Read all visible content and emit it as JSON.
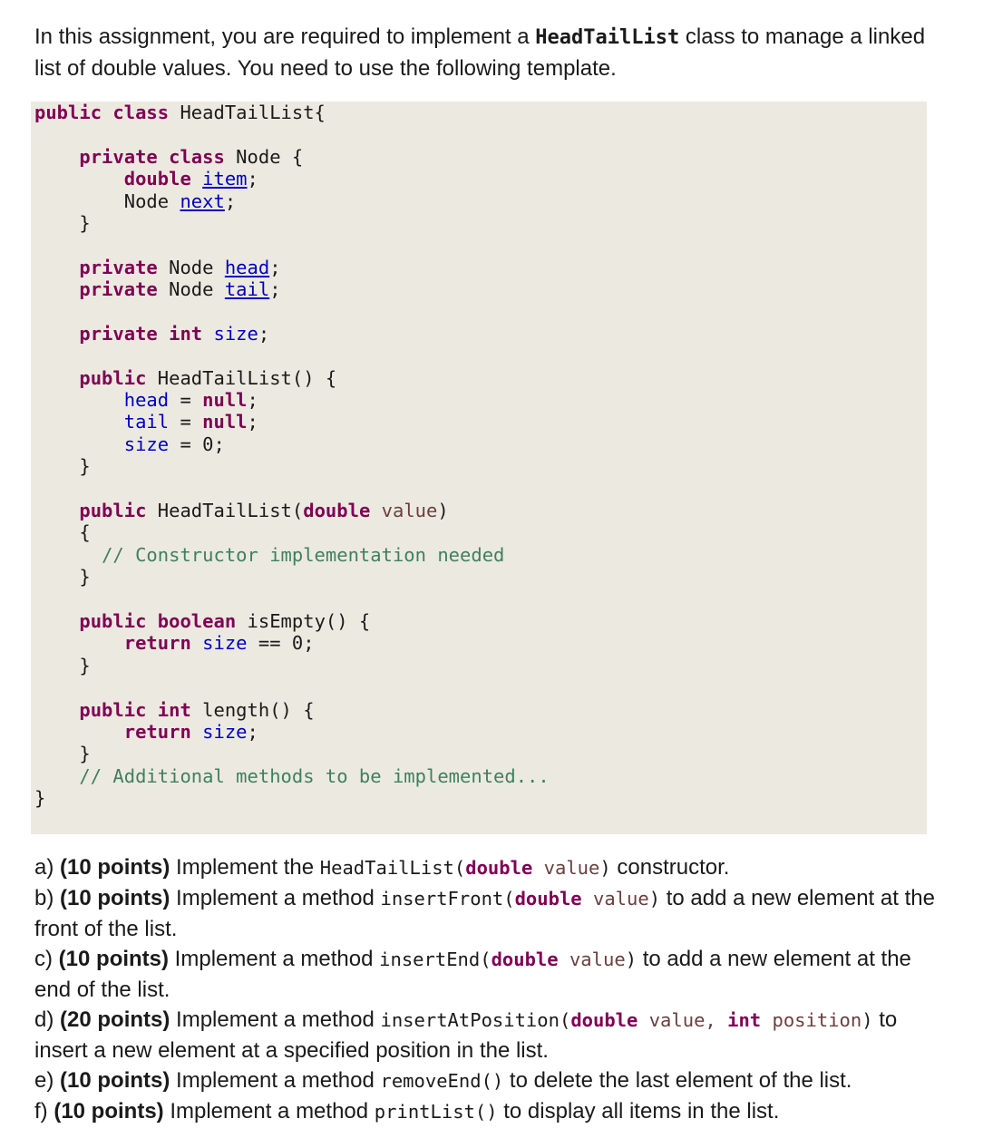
{
  "intro": {
    "before": "In this assignment, you are required to implement a ",
    "class_name": "HeadTailList",
    "after": " class to manage a linked list of double values. You need to use the following template."
  },
  "code": {
    "l1_kw": "public class",
    "l1_rest": " HeadTailList{",
    "l2_kw": "private class",
    "l2_rest": " Node {",
    "l3_kw": "double",
    "l3_fld": "item",
    "l4_type": "Node ",
    "l4_fld": "next",
    "close": "}",
    "l6_kw": "private",
    "l6_type": " Node ",
    "l6_fld": "head",
    "l7_kw": "private",
    "l7_type": " Node ",
    "l7_fld": "tail",
    "l8_kw": "private int",
    "l8_fld": "size",
    "l9_kw": "public",
    "l9_rest": " HeadTailList() {",
    "l10_fld": "head",
    "l10_op": " = ",
    "l10_kw": "null",
    "l11_fld": "tail",
    "l11_op": " = ",
    "l11_kw": "null",
    "l12_fld": "size",
    "l12_rest": " = 0;",
    "l14_kw": "public",
    "l14_name": " HeadTailList(",
    "l14_type": "double",
    "l14_par": "value",
    "l15": "{",
    "l16_cm": "// Constructor implementation needed",
    "l18_kw": "public boolean",
    "l18_rest": " isEmpty() {",
    "l19_kw": "return",
    "l19_fld": "size",
    "l19_rest": " == 0;",
    "l21_kw": "public int",
    "l21_rest": " length() {",
    "l22_kw": "return",
    "l22_fld": "size",
    "l24_cm": "// Additional methods to be implemented..."
  },
  "tasks": [
    {
      "letter": "a) ",
      "points": "(10 points)",
      "pre": " Implement the ",
      "sig_name": "HeadTailList(",
      "sig_kw": "double",
      "sig_par": "value",
      "sig_end": ")",
      "post": " constructor."
    },
    {
      "letter": "b) ",
      "points": "(10 points)",
      "pre": " Implement a method ",
      "sig_name": "insertFront(",
      "sig_kw": "double",
      "sig_par": "value",
      "sig_end": ")",
      "post": " to add a new element at the front of the list."
    },
    {
      "letter": "c) ",
      "points": "(10 points)",
      "pre": " Implement a method ",
      "sig_name": "insertEnd(",
      "sig_kw": "double",
      "sig_par": "value",
      "sig_end": ")",
      "post": " to add a new element at the end of the list."
    },
    {
      "letter": "d) ",
      "points": "(20 points)",
      "pre": " Implement a method ",
      "sig_name": "insertAtPosition(",
      "sig_kw": "double",
      "sig_par": "value,",
      "sig_kw2": "int",
      "sig_par2": "position",
      "sig_end": ")",
      "post": " to insert a new element at a specified position in the list."
    },
    {
      "letter": "e) ",
      "points": "(10 points)",
      "pre": " Implement a method ",
      "sig_name": "removeEnd()",
      "post": " to delete the last element of the list."
    },
    {
      "letter": "f) ",
      "points": "(10 points)",
      "pre": " Implement a method ",
      "sig_name": "printList()",
      "post": " to display all items in the list."
    }
  ]
}
